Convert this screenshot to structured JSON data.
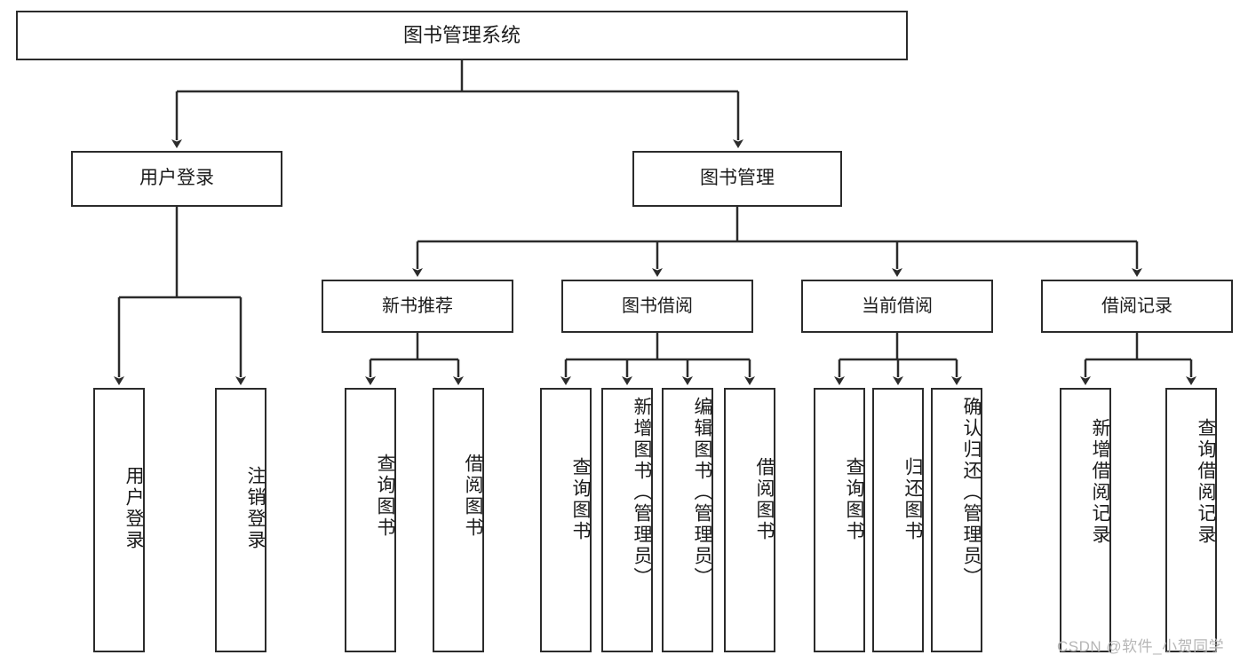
{
  "diagram": {
    "title": "图书管理系统",
    "type": "tree",
    "root": {
      "label": "图书管理系统"
    },
    "level1": [
      {
        "label": "用户登录"
      },
      {
        "label": "图书管理"
      }
    ],
    "level2": [
      {
        "label": "新书推荐"
      },
      {
        "label": "图书借阅"
      },
      {
        "label": "当前借阅"
      },
      {
        "label": "借阅记录"
      }
    ],
    "leaves": {
      "user_login": [
        {
          "label": "用户登录"
        },
        {
          "label": "注销登录"
        }
      ],
      "new_book_recommend": [
        {
          "label": "查询图书"
        },
        {
          "label": "借阅图书"
        }
      ],
      "book_borrow": [
        {
          "label": "查询图书"
        },
        {
          "label": "新增图书（管理员）"
        },
        {
          "label": "编辑图书（管理员）"
        },
        {
          "label": "借阅图书"
        }
      ],
      "current_borrow": [
        {
          "label": "查询图书"
        },
        {
          "label": "归还图书"
        },
        {
          "label": "确认归还（管理员）"
        }
      ],
      "borrow_record": [
        {
          "label": "新增借阅记录"
        },
        {
          "label": "查询借阅记录"
        }
      ]
    }
  },
  "watermark": {
    "text": "CSDN @软件_小贺同学"
  },
  "colors": {
    "stroke": "#2b2b2b",
    "background": "#ffffff",
    "text": "#1b1b1b",
    "watermark": "#b6b6b6"
  }
}
